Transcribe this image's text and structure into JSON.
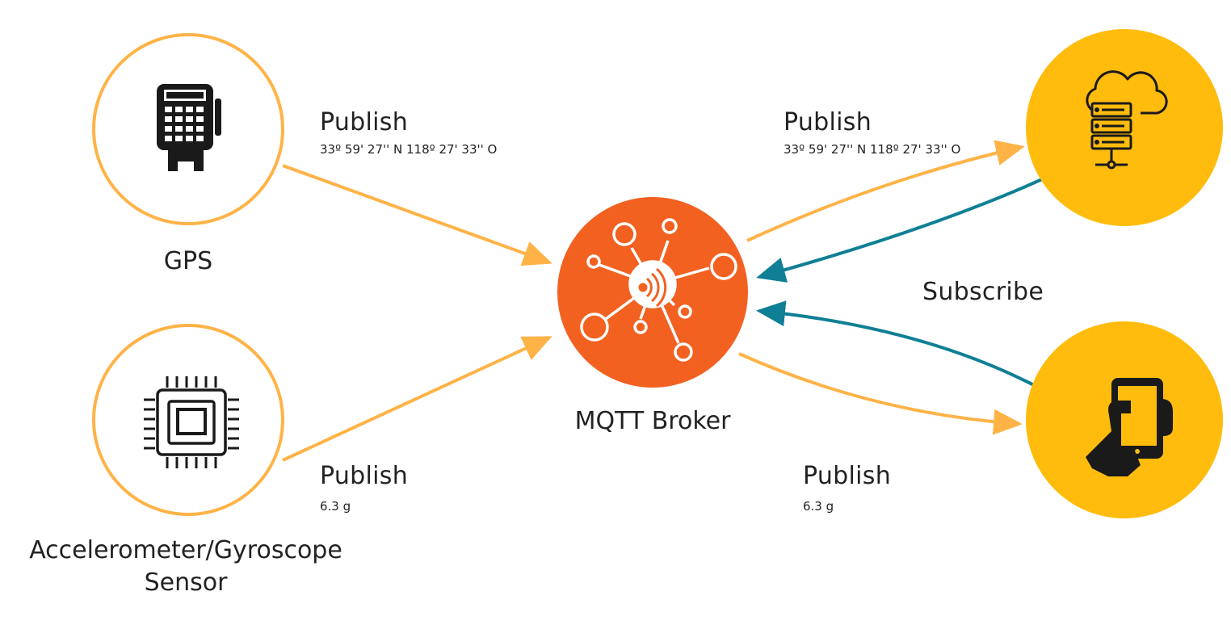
{
  "colors": {
    "publish_arrow": "#FFB347",
    "subscribe_arrow": "#0F7F95",
    "device_circle_stroke": "#FFB347",
    "cloud_circle_fill": "#FFBC0D",
    "broker_fill": "#F26120",
    "icon_dark": "#1A1A1A"
  },
  "nodes": {
    "gps": {
      "label": "GPS",
      "icon": "payment-terminal-icon"
    },
    "sensor": {
      "label_line1": "Accelerometer/Gyroscope",
      "label_line2": "Sensor",
      "icon": "microchip-icon"
    },
    "broker": {
      "label": "MQTT Broker",
      "icon": "mqtt-network-icon"
    },
    "server": {
      "icon": "cloud-server-icon"
    },
    "phone": {
      "icon": "hand-holding-phone-icon"
    }
  },
  "edges": {
    "gps_publish": {
      "title": "Publish",
      "value": "33º 59' 27'' N 118º 27' 33'' O"
    },
    "sensor_publish": {
      "title": "Publish",
      "value": "6.3 g"
    },
    "broker_to_server_publish": {
      "title": "Publish",
      "value": "33º 59' 27'' N 118º 27' 33'' O"
    },
    "broker_to_phone_publish": {
      "title": "Publish",
      "value": "6.3 g"
    },
    "subscribe": {
      "title": "Subscribe"
    }
  }
}
